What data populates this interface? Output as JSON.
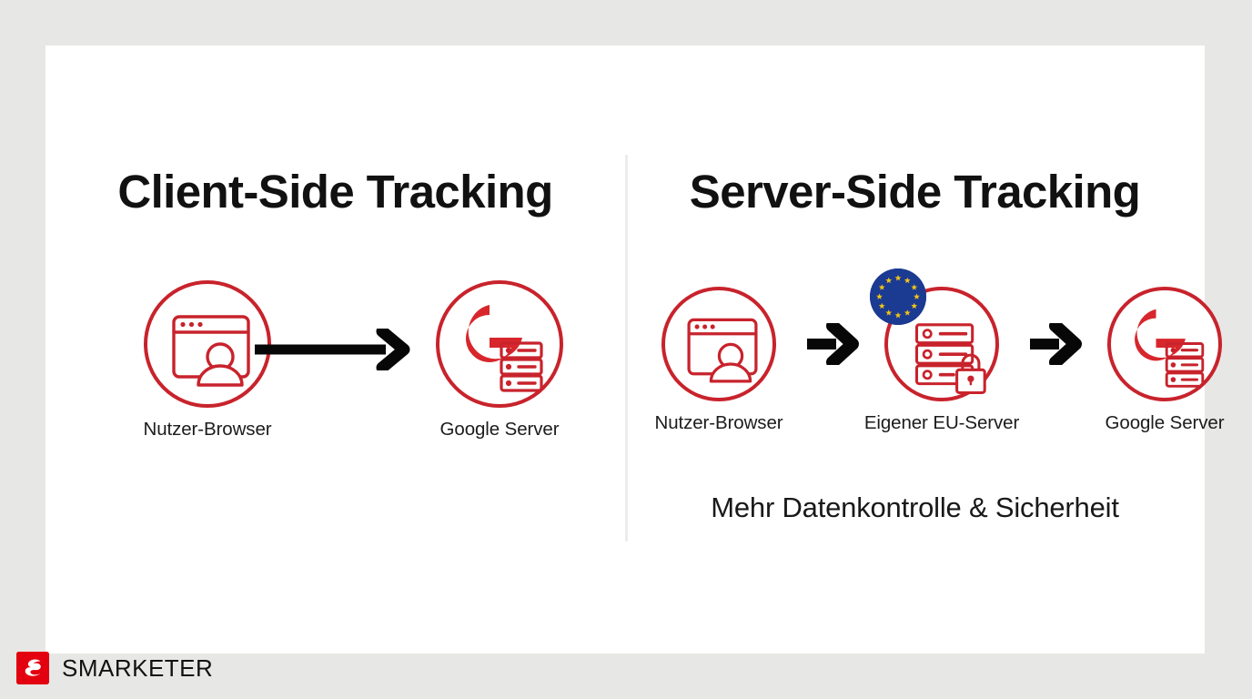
{
  "canvas": {
    "background_color": "#e7e7e6",
    "card_color": "#ffffff",
    "accent_red": "#c8232c",
    "eu_blue": "#1b3a91",
    "eu_star_gold": "#f0c419",
    "arrow_black": "#070707",
    "divider_color": "#ececec"
  },
  "panels": {
    "client": {
      "title": "Client-Side Tracking",
      "nodes": [
        {
          "label": "Nutzer-Browser",
          "icon": "browser-user-icon"
        },
        {
          "label": "Google Server",
          "icon": "google-server-icon"
        }
      ],
      "arrows": [
        {
          "name": "arrow-browser-to-google",
          "style": "long"
        }
      ]
    },
    "server": {
      "title": "Server-Side Tracking",
      "nodes": [
        {
          "label": "Nutzer-Browser",
          "icon": "browser-user-icon"
        },
        {
          "label": "Eigener EU-Server",
          "icon": "eu-server-lock-icon"
        },
        {
          "label": "Google Server",
          "icon": "google-server-icon"
        }
      ],
      "arrows": [
        {
          "name": "arrow-browser-to-eu-server",
          "style": "short"
        },
        {
          "name": "arrow-eu-server-to-google",
          "style": "short"
        }
      ],
      "tagline": "Mehr Datenkontrolle & Sicherheit"
    }
  },
  "footer": {
    "brand": "SMARKETER",
    "logo_icon": "smarketer-s-logo-icon"
  }
}
